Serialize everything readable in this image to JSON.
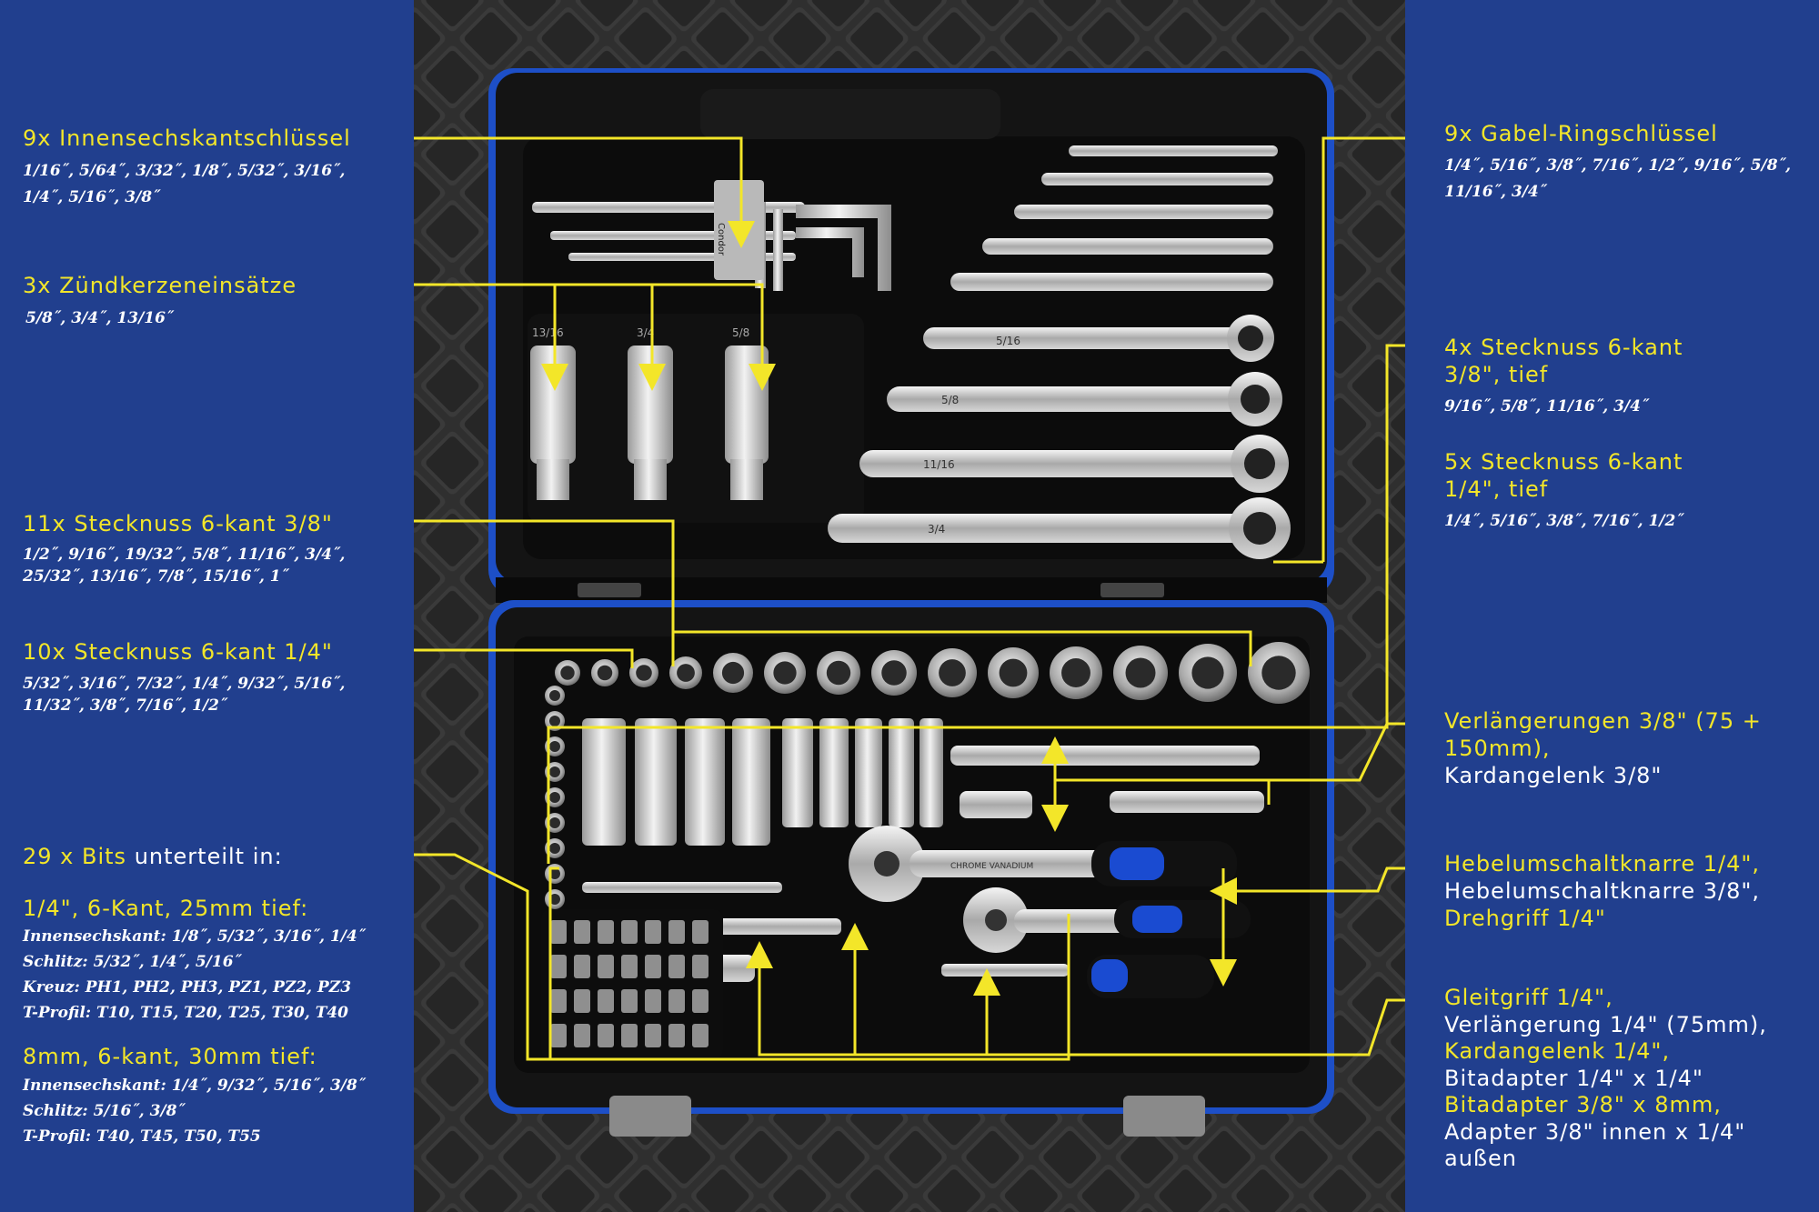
{
  "colors": {
    "panel_blue": "#213f8e",
    "label_yellow": "#f3e629",
    "text_white": "#ffffff",
    "case_black": "#141414",
    "case_trim_blue": "#1d4fc7"
  },
  "left": {
    "hex_keys": {
      "title": "9x Innensechskantschlüssel",
      "sizes_line1": "1/16˝, 5/64˝, 3/32˝, 1/8˝, 5/32˝, 3/16˝,",
      "sizes_line2": "1/4˝, 5/16˝, 3/8˝"
    },
    "spark_plug": {
      "title": "3x Zündkerzeneinsätze",
      "sizes": "5/8˝, 3/4˝, 13/16˝"
    },
    "sockets_38": {
      "title": "11x Stecknuss 6-kant 3/8\"",
      "sizes_line1": "1/2˝, 9/16˝, 19/32˝, 5/8˝, 11/16˝, 3/4˝,",
      "sizes_line2": "25/32˝, 13/16˝, 7/8˝, 15/16˝, 1˝"
    },
    "sockets_14": {
      "title": "10x Stecknuss 6-kant 1/4\"",
      "sizes_line1": "5/32˝, 3/16˝, 7/32˝, 1/4˝, 9/32˝, 5/16˝,",
      "sizes_line2": "11/32˝, 3/8˝, 7/16˝, 1/2˝"
    },
    "bits": {
      "title_count": "29 x Bits",
      "title_rest": "unterteilt in:",
      "group1_title": "1/4\", 6-Kant, 25mm tief:",
      "group1_lines": [
        "Innensechskant: 1/8˝, 5/32˝, 3/16˝, 1/4˝",
        "Schlitz: 5/32˝, 1/4˝, 5/16˝",
        "Kreuz: PH1, PH2, PH3, PZ1, PZ2, PZ3",
        "T-Profil: T10, T15, T20, T25, T30, T40"
      ],
      "group2_title": "8mm, 6-kant, 30mm tief:",
      "group2_lines": [
        "Innensechskant: 1/4˝, 9/32˝, 5/16˝, 3/8˝",
        "Schlitz: 5/16˝, 3/8˝",
        "T-Profil: T40, T45, T50, T55"
      ]
    }
  },
  "right": {
    "wrenches": {
      "title": "9x Gabel-Ringschlüssel",
      "sizes_line1": "1/4˝, 5/16˝, 3/8˝, 7/16˝, 1/2˝, 9/16˝, 5/8˝,",
      "sizes_line2": "11/16˝, 3/4˝"
    },
    "deep_38": {
      "title_line1": "4x Stecknuss 6-kant",
      "title_line2": "3/8\", tief",
      "sizes": "9/16˝, 5/8˝, 11/16˝, 3/4˝"
    },
    "deep_14": {
      "title_line1": "5x Stecknuss 6-kant",
      "title_line2": "1/4\", tief",
      "sizes": "1/4˝, 5/16˝, 3/8˝, 7/16˝,  1/2˝"
    },
    "extensions": {
      "line1": "Verlängerungen 3/8\" (75 +",
      "line2": "150mm),",
      "line3": "Kardangelenk 3/8\""
    },
    "ratchets": {
      "line1": "Hebelumschaltknarre 1/4\",",
      "line2": "Hebelumschaltknarre 3/8\",",
      "line3": "Drehgriff 1/4\""
    },
    "accessories": {
      "line1": "Gleitgriff 1/4\",",
      "line2": "Verlängerung 1/4\" (75mm),",
      "line3": "Kardangelenk 1/4\",",
      "line4": "Bitadapter 1/4\" x 1/4\"",
      "line5": "Bitadapter 3/8\" x 8mm,",
      "line6": "Adapter 3/8\" innen x 1/4\"",
      "line7": "außen"
    }
  },
  "photo": {
    "brand": "Condor",
    "spark_marks": [
      "13/16",
      "3/4",
      "5/8"
    ],
    "wrench_marks": [
      "5/16",
      "5/8",
      "11/16",
      "3/4"
    ],
    "ratchet_mark": "CHROME VANADIUM"
  }
}
